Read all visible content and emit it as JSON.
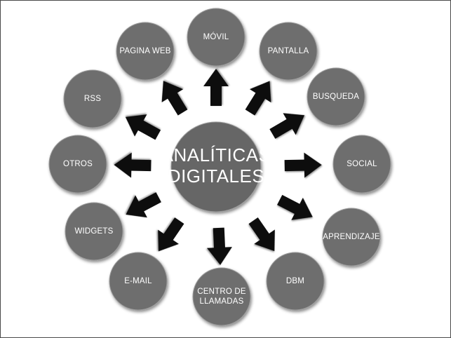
{
  "center": {
    "lines": [
      "ANALÍTICAS",
      "DIGITALES"
    ]
  },
  "nodes": [
    {
      "id": "movil",
      "lines": [
        "MÓVIL"
      ]
    },
    {
      "id": "pantalla",
      "lines": [
        "PANTALLA"
      ]
    },
    {
      "id": "busqueda",
      "lines": [
        "BUSQUEDA"
      ]
    },
    {
      "id": "social",
      "lines": [
        "SOCIAL"
      ]
    },
    {
      "id": "aprendizaje",
      "lines": [
        "APRENDIZAJE"
      ]
    },
    {
      "id": "dbm",
      "lines": [
        "DBM"
      ]
    },
    {
      "id": "centro-de-llamadas",
      "lines": [
        "CENTRO DE",
        "LLAMADAS"
      ]
    },
    {
      "id": "e-mail",
      "lines": [
        "E-MAIL"
      ]
    },
    {
      "id": "widgets",
      "lines": [
        "WIDGETS"
      ]
    },
    {
      "id": "otros",
      "lines": [
        "OTROS"
      ]
    },
    {
      "id": "rss",
      "lines": [
        "RSS"
      ]
    },
    {
      "id": "pagina-web",
      "lines": [
        "PAGINA WEB"
      ]
    }
  ],
  "colors": {
    "circle_fill": "#6e6e6e",
    "circle_stroke": "#9a9a9a",
    "center_fill": "#666666",
    "arrow_fill": "#111111",
    "text": "#ffffff",
    "background": "#ffffff"
  }
}
